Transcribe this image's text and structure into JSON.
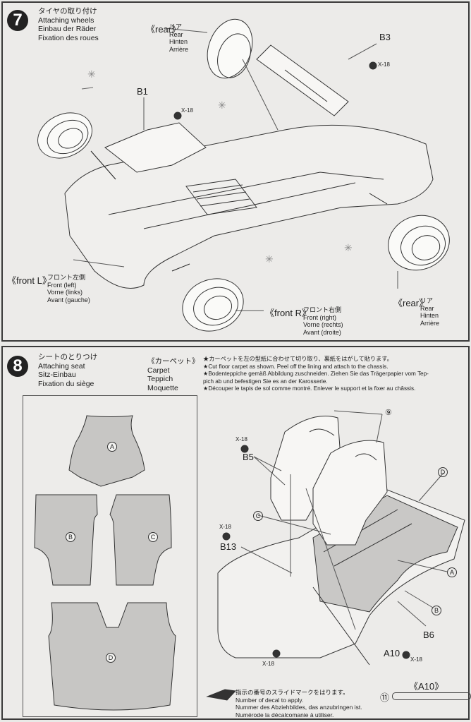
{
  "step7": {
    "number": "7",
    "title_jp": "タイヤの取り付け",
    "title_en": "Attaching wheels",
    "title_de": "Einbau der Räder",
    "title_fr": "Fixation des roues",
    "rear_top": {
      "tag": "《rear》",
      "jp": "リア",
      "en": "Rear",
      "de": "Hinten",
      "fr": "Arrière"
    },
    "front_l": {
      "tag": "《front L》",
      "jp": "フロント左側",
      "en": "Front (left)",
      "de": "Vorne (links)",
      "fr": "Avant (gauche)"
    },
    "front_r": {
      "tag": "《front R》",
      "jp": "フロント右側",
      "en": "Front (right)",
      "de": "Vorne (rechts)",
      "fr": "Avant (droite)"
    },
    "rear_bottom": {
      "tag": "《rear》",
      "jp": "リア",
      "en": "Rear",
      "de": "Hinten",
      "fr": "Arrière"
    },
    "parts": {
      "b1": "B1",
      "b3": "B3",
      "x18": "X-18"
    }
  },
  "step8": {
    "number": "8",
    "title_jp": "シートのとりつけ",
    "title_en": "Attaching seat",
    "title_de": "Sitz-Einbau",
    "title_fr": "Fixation du siège",
    "carpet": {
      "tag": "《カーペット》",
      "en": "Carpet",
      "de": "Teppich",
      "fr": "Moquette"
    },
    "notes": [
      "★カーペットを左の型紙に合わせて切り取り、裏紙をはがして貼ります。",
      "★Cut floor carpet as shown. Peel off the lining and attach to the chassis.",
      "★Bodenteppiche gemäß Abbildung zuschneiden. Ziehen Sie das Trägerpapier vom Tep-",
      "pich ab und befestigen Sie es an der Karosserie.",
      "★Découper le tapis de sol comme montré. Enlever le support et la fixer au châssis."
    ],
    "carpet_pieces": [
      "A",
      "B",
      "C",
      "D"
    ],
    "parts": {
      "b5": "B5",
      "b13": "B13",
      "b6": "B6",
      "a10": "A10",
      "x18": "X-18"
    },
    "callouts": {
      "c": "C",
      "d": "D",
      "a": "A",
      "b": "B"
    },
    "decal_9": "⑨",
    "decal_11": "⑪",
    "a10_tag": "《A10》",
    "decal_note": {
      "jp": "指示の番号のスライドマークをはります。",
      "en": "Number of decal to apply.",
      "de": "Nummer des Abziehbildes, das anzubringen ist.",
      "fr": "Numérode la décalcomanie à utiliser."
    }
  }
}
